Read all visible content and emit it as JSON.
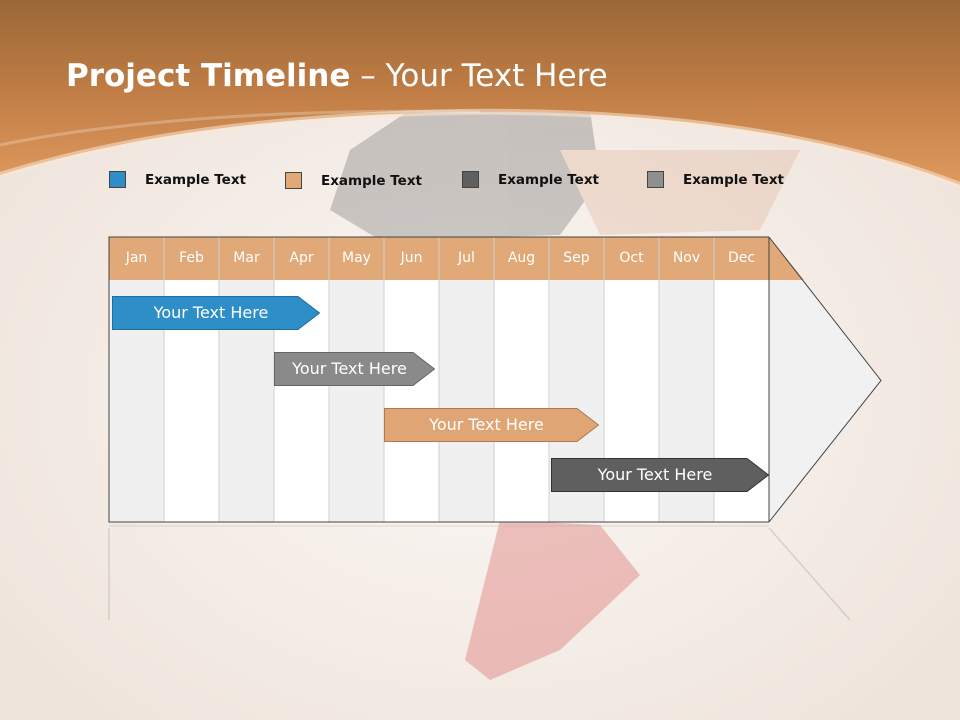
{
  "title": {
    "bold": "Project Timeline",
    "rest": " – Your Text Here"
  },
  "colors": {
    "header": "#d08848",
    "blue": "#2e8ec8",
    "tan": "#e1a878",
    "dark": "#646464",
    "gray": "#8f8f8f"
  },
  "legend": [
    {
      "label": "Example Text",
      "color": "#2e8ec8",
      "icon": "legend-swatch-blue"
    },
    {
      "label": "Example Text",
      "color": "#e1a878",
      "icon": "legend-swatch-tan"
    },
    {
      "label": "Example Text",
      "color": "#5f5f5f",
      "icon": "legend-swatch-dark"
    },
    {
      "label": "Example Text",
      "color": "#8f8f8f",
      "icon": "legend-swatch-gray"
    }
  ],
  "timeline": {
    "months": [
      "Jan",
      "Feb",
      "Mar",
      "Apr",
      "May",
      "Jun",
      "Jul",
      "Aug",
      "Sep",
      "Oct",
      "Nov",
      "Dec"
    ],
    "bars": [
      {
        "label": "Your  Text Here",
        "color": "#2e8ec8"
      },
      {
        "label": "Your  Text Here",
        "color": "#8a8a8a"
      },
      {
        "label": "Your  Text Here",
        "color": "#e0a575"
      },
      {
        "label": "Your  Text Here",
        "color": "#5f5f5f"
      }
    ]
  }
}
